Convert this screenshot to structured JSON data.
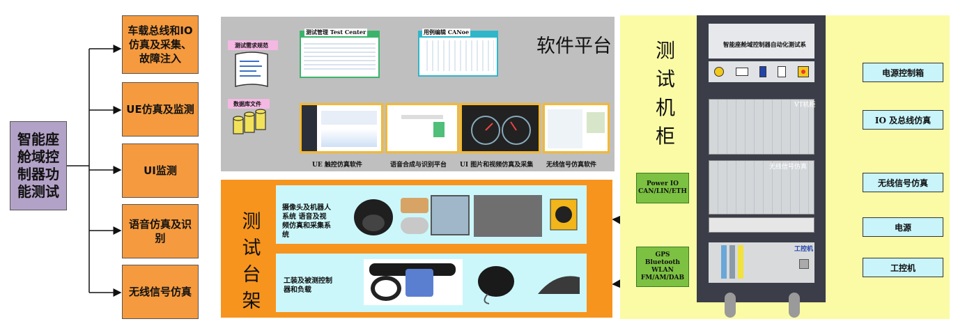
{
  "root": {
    "label": "智能座舱域控制器功能测试"
  },
  "categories": [
    {
      "label": "车载总线和IO仿真及采集、故障注入"
    },
    {
      "label": "UE仿真及监测"
    },
    {
      "label": "UI监测"
    },
    {
      "label": "语音仿真及识别"
    },
    {
      "label": "无线信号仿真"
    }
  ],
  "software": {
    "title": "软件平台",
    "req_label": "测试需求规范",
    "db_label": "数据库文件",
    "test_center_label": "测试管理 Test Center",
    "canoe_label": "用例编辑  CANoe",
    "captions": [
      "UE 触控仿真软件",
      "语音合成与识别平台",
      "UI 图片和视频仿真及采集",
      "无线信号仿真软件"
    ]
  },
  "stand": {
    "title": "测试台架",
    "panel1_text": "摄像头及机器人系统 语音及视频仿真和采集系统",
    "panel2_text": "工装及被测控制器和负载"
  },
  "cabinet": {
    "title": "测试机柜",
    "header": "智能座舱域控制器自动化测试系",
    "vt_label": "VT机柜",
    "wireless_label": "无线信号仿真",
    "ipc_label": "工控机"
  },
  "interfaces": {
    "power_io": "Power IO CAN/LIN/ETH",
    "wireless": "GPS Bluetooth WLAN FM/AM/DAB"
  },
  "outputs": [
    "电源控制箱",
    "IO 及总线仿真",
    "无线信号仿真",
    "电源",
    "工控机"
  ],
  "colors": {
    "category": "#f59a3e",
    "root": "#b3a2c7",
    "software_bg": "#bfbfbf",
    "stand_bg": "#f7941d",
    "cabinet_bg": "#fbfba6",
    "panel": "#cbf7fb",
    "output_box": "#c8f4fa",
    "interface": "#7cc142",
    "arrow": "#3a6fc4"
  }
}
